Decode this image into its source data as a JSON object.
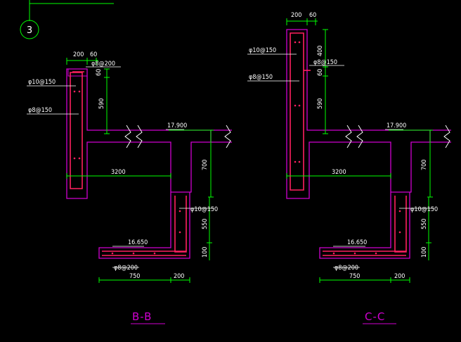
{
  "grid_label": "3",
  "sections": [
    {
      "title": "B-B",
      "top_dims": [
        "200",
        "60"
      ],
      "bars_left": [
        "φ10@150",
        "φ8@150"
      ],
      "bars_right": [
        "φ8@200"
      ],
      "right_dims": [
        "60",
        "590"
      ],
      "level_top": "17.900",
      "span": "3200",
      "dim_700": "700",
      "bar_mid": "φ10@150",
      "dim_550": "550",
      "dim_100": "100",
      "level_bot": "16.650",
      "bar_bot": "φ8@200",
      "dim_750": "750",
      "dim_200": "200"
    },
    {
      "title": "C-C",
      "top_dims": [
        "200",
        "60"
      ],
      "bars_left": [
        "φ10@150",
        "φ8@150"
      ],
      "bars_right": [
        "φ8@150"
      ],
      "right_dims": [
        "400",
        "60",
        "590"
      ],
      "level_top": "17.900",
      "span": "3200",
      "dim_700": "700",
      "bar_mid": "φ10@150",
      "dim_550": "550",
      "dim_100": "100",
      "level_bot": "16.650",
      "bar_bot": "φ8@200",
      "dim_750": "750",
      "dim_200": "200"
    }
  ],
  "colors": {
    "background": "#000000",
    "concrete_outline": "#d000d0",
    "rebar": "#ff2060",
    "dimension": "#00ff00",
    "leader": "#ffffff",
    "title": "#d000d0"
  }
}
